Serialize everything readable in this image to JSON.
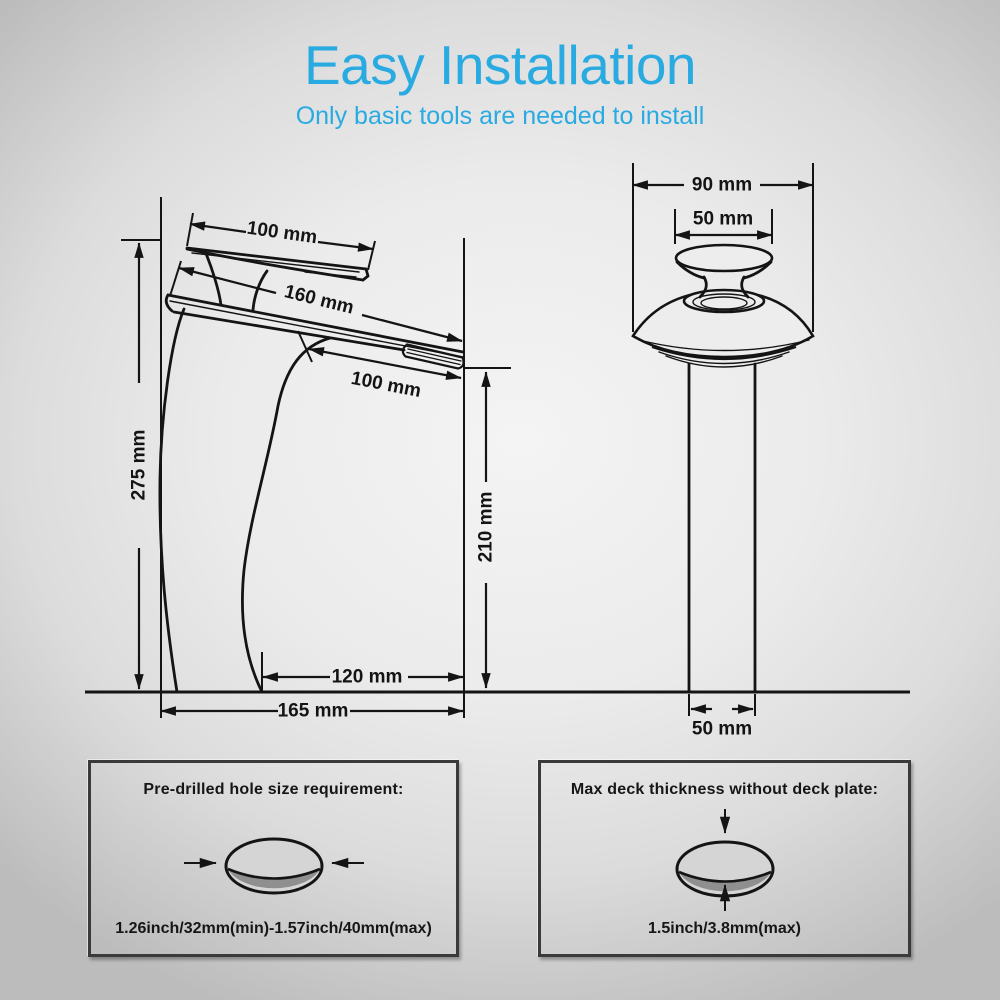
{
  "header": {
    "title": "Easy Installation",
    "subtitle": "Only basic tools are needed to install"
  },
  "colors": {
    "accent": "#29ABE2",
    "line": "#141414",
    "hole-top": "#d5d5d5",
    "hole-bottom": "#8f8f8f"
  },
  "faucet_dimensions": {
    "handle_width": "100 mm",
    "spout_length": "160 mm",
    "spout_overhang": "100 mm",
    "total_height": "275 mm",
    "spout_height": "210 mm",
    "reach": "120 mm",
    "base_width": "165 mm"
  },
  "drain_dimensions": {
    "plate_width": "90 mm",
    "knob_width": "50 mm",
    "pipe_width": "50 mm"
  },
  "notes": {
    "pre_drilled": {
      "title": "Pre-drilled hole size requirement:",
      "value": "1.26inch/32mm(min)-1.57inch/40mm(max)"
    },
    "deck_thickness": {
      "title": "Max deck thickness without deck plate:",
      "value": "1.5inch/3.8mm(max)"
    }
  }
}
